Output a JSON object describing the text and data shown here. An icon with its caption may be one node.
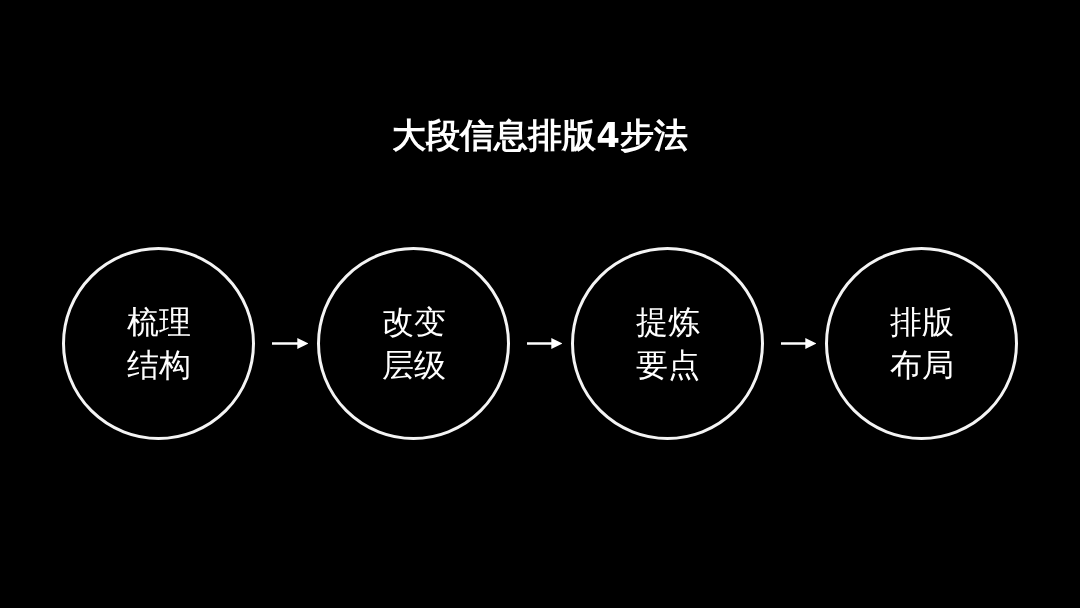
{
  "diagram": {
    "title": "大段信息排版4步法",
    "nodes": [
      {
        "text": [
          "梳理结构"
        ]
      },
      {
        "text": [
          "改变层级"
        ]
      },
      {
        "text": [
          "提炼要点"
        ]
      },
      {
        "text": [
          "排版布局"
        ]
      }
    ],
    "edges": [
      {
        "from": 0,
        "to": 1,
        "arrow": "to"
      },
      {
        "from": 1,
        "to": 2,
        "arrow": "to"
      },
      {
        "from": 2,
        "to": 3,
        "arrow": "to"
      }
    ]
  }
}
